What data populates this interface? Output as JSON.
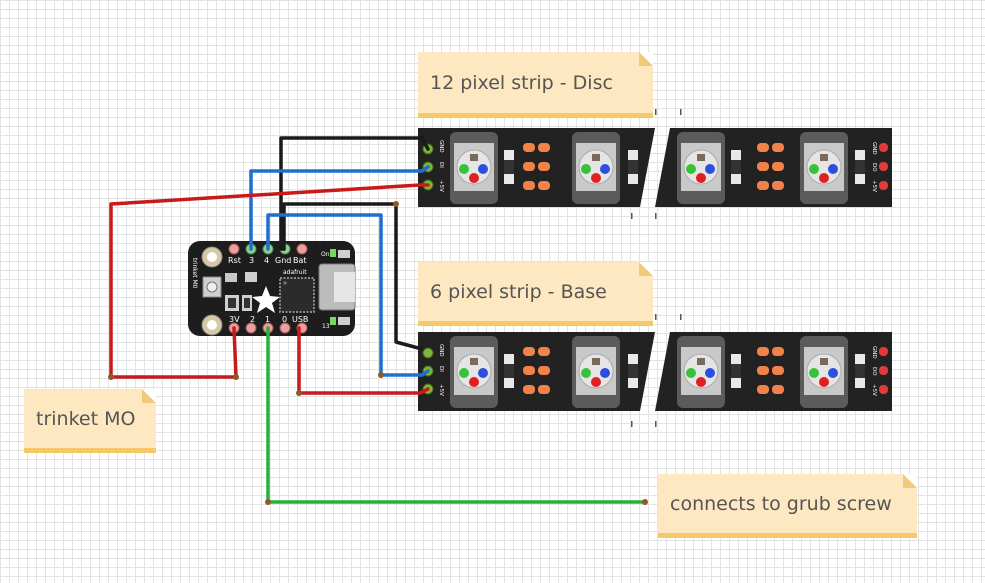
{
  "notes": {
    "disc": "12 pixel strip - Disc",
    "base": "6 pixel strip - Base",
    "trinket": "trinket MO",
    "grub": "connects to grub screw"
  },
  "board": {
    "name": "trinket M0",
    "brand": "adafruit",
    "top_pins": [
      "Rst",
      "3",
      "4",
      "Gnd",
      "Bat"
    ],
    "bottom_pins": [
      "3V",
      "2",
      "1",
      "0",
      "USB"
    ],
    "on_label": "On",
    "led_label": "13"
  },
  "strip": {
    "pad_labels": [
      "GND",
      "DI",
      "+5V"
    ],
    "out_labels": [
      "GND",
      "DO",
      "+5V"
    ]
  },
  "colors": {
    "wire_black": "#1a1a1a",
    "wire_blue": "#1f6fd1",
    "wire_red": "#c91919",
    "wire_green": "#27b23a",
    "strip_body": "#222222",
    "pad_orange": "#f0824a",
    "note_bg": "#fde8c2"
  }
}
